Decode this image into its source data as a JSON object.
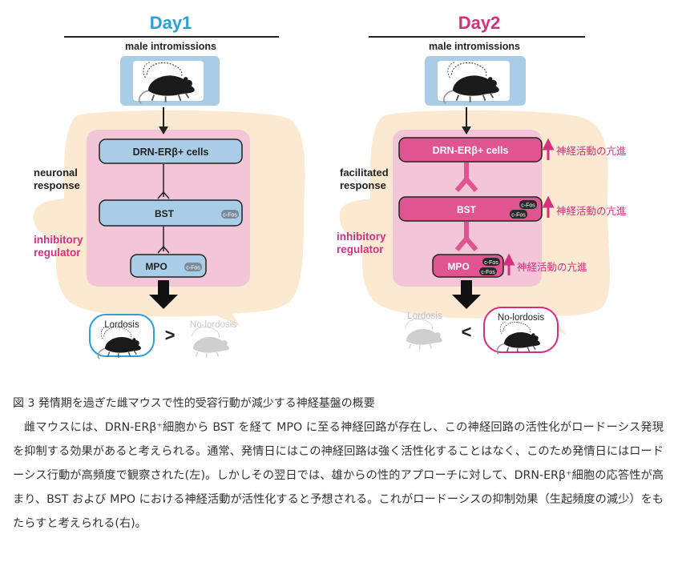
{
  "colors": {
    "day1_title": "#2a9fd8",
    "day2_title": "#d6307c",
    "magenta": "#d6307c",
    "blue_box": "#a9cde6",
    "pink_bg": "#f2c6d6",
    "beige_bg": "#fbe9d2",
    "node_day2": "#e05590"
  },
  "day1": {
    "title": "Day1",
    "stimulus": "male intromissions",
    "neuronal_response": [
      "neuronal",
      "response"
    ],
    "inhibitory_regulator": [
      "inhibitory",
      "regulator"
    ],
    "nodes": {
      "drn": "DRN-ERβ+ cells",
      "bst": "BST",
      "mpo": "MPO"
    },
    "cfos": "c-Fos",
    "outcome_left": "Lordosis",
    "comparator": ">",
    "outcome_right": "No-lordosis"
  },
  "day2": {
    "title": "Day2",
    "stimulus": "male intromissions",
    "facilitated_response": [
      "facilitated",
      "response"
    ],
    "inhibitory_regulator": [
      "inhibitory",
      "regulator"
    ],
    "nodes": {
      "drn": "DRN-ERβ+ cells",
      "bst": "BST",
      "mpo": "MPO"
    },
    "cfos": "c-Fos",
    "activity_label": "神経活動の亢進",
    "outcome_left": "Lordosis",
    "comparator": "<",
    "outcome_right": "No-lordosis"
  },
  "caption": {
    "title": "図 3  発情期を過ぎた雌マウスで性的受容行動が減少する神経基盤の概要",
    "body": "雌マウスには、DRN-ERβ⁺細胞から BST を経て MPO に至る神経回路が存在し、この神経回路の活性化がロードーシス発現を抑制する効果があると考えられる。通常、発情日にはこの神経回路は強く活性化することはなく、このため発情日にはロードーシス行動が高頻度で観察された(左)。しかしその翌日では、雄からの性的アプローチに対して、DRN-ERβ⁺細胞の応答性が高まり、BST および MPO における神経活動が活性化すると予想される。これがロードーシスの抑制効果（生起頻度の減少）をもたらすと考えられる(右)。"
  }
}
